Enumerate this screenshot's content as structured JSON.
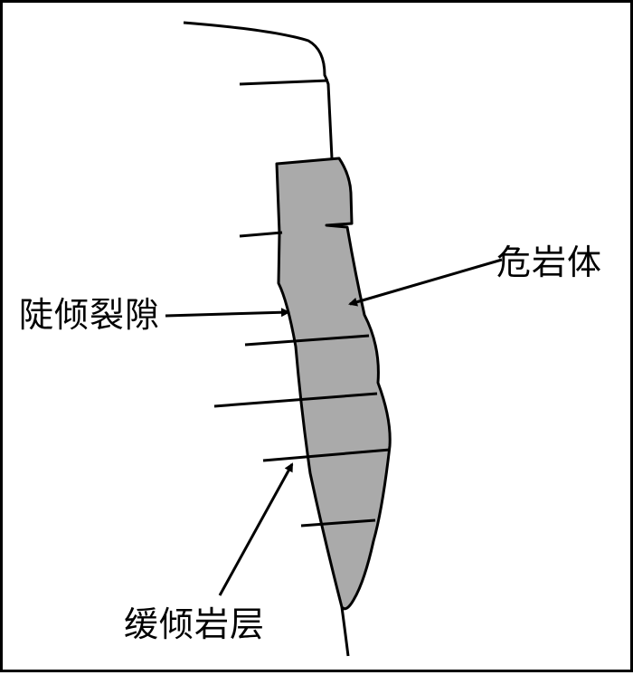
{
  "labels": {
    "dangerous_rock": "危岩体",
    "steep_crack": "陡倾裂隙",
    "gentle_layer": "缓倾岩层"
  },
  "colors": {
    "rock_fill": "#aaaaaa",
    "line": "#000000",
    "background": "#ffffff"
  }
}
